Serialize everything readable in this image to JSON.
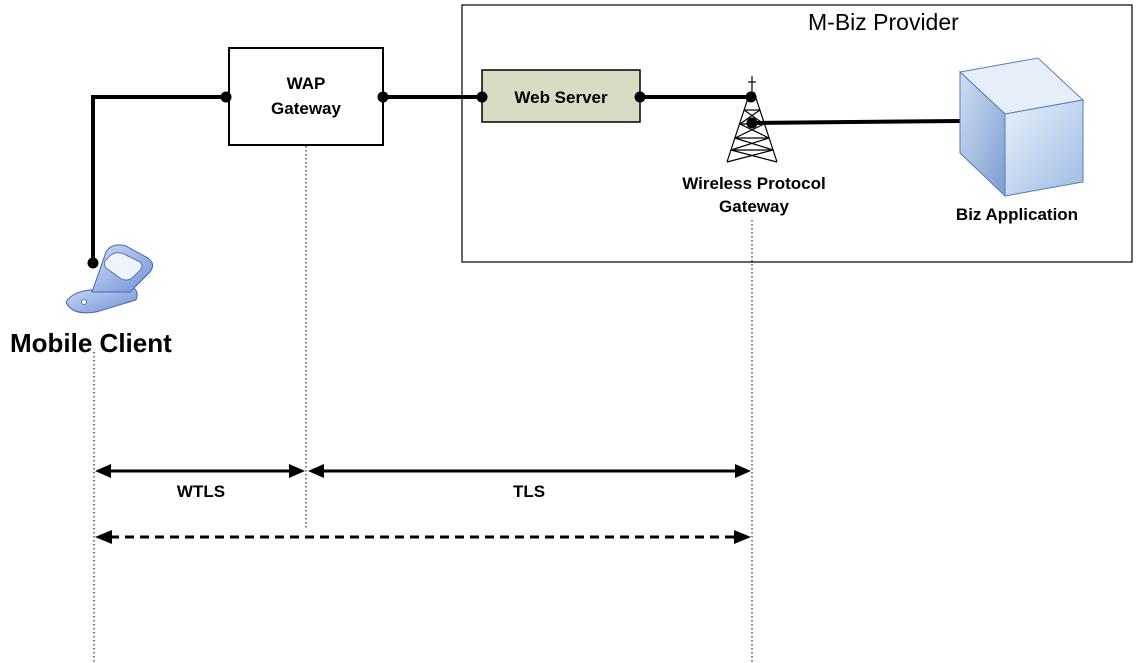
{
  "provider": {
    "title": "M-Biz Provider"
  },
  "wap_gateway": {
    "line1": "WAP",
    "line2": "Gateway"
  },
  "web_server": {
    "label": "Web Server"
  },
  "wireless_gateway": {
    "line1": "Wireless Protocol",
    "line2": "Gateway"
  },
  "biz_application": {
    "label": "Biz Application"
  },
  "mobile_client": {
    "label": "Mobile Client"
  },
  "protocols": {
    "wtls": "WTLS",
    "tls": "TLS"
  },
  "colors": {
    "line": "#000000",
    "web_server_fill": "#d8dcc4",
    "server_face": "#bfd3ee",
    "server_side": "#93b3df",
    "phone": "#7f9fdc"
  },
  "icons": {
    "mobile_client": "phone-icon",
    "wireless_gateway": "antenna-tower-icon",
    "biz_application": "server-icon"
  }
}
